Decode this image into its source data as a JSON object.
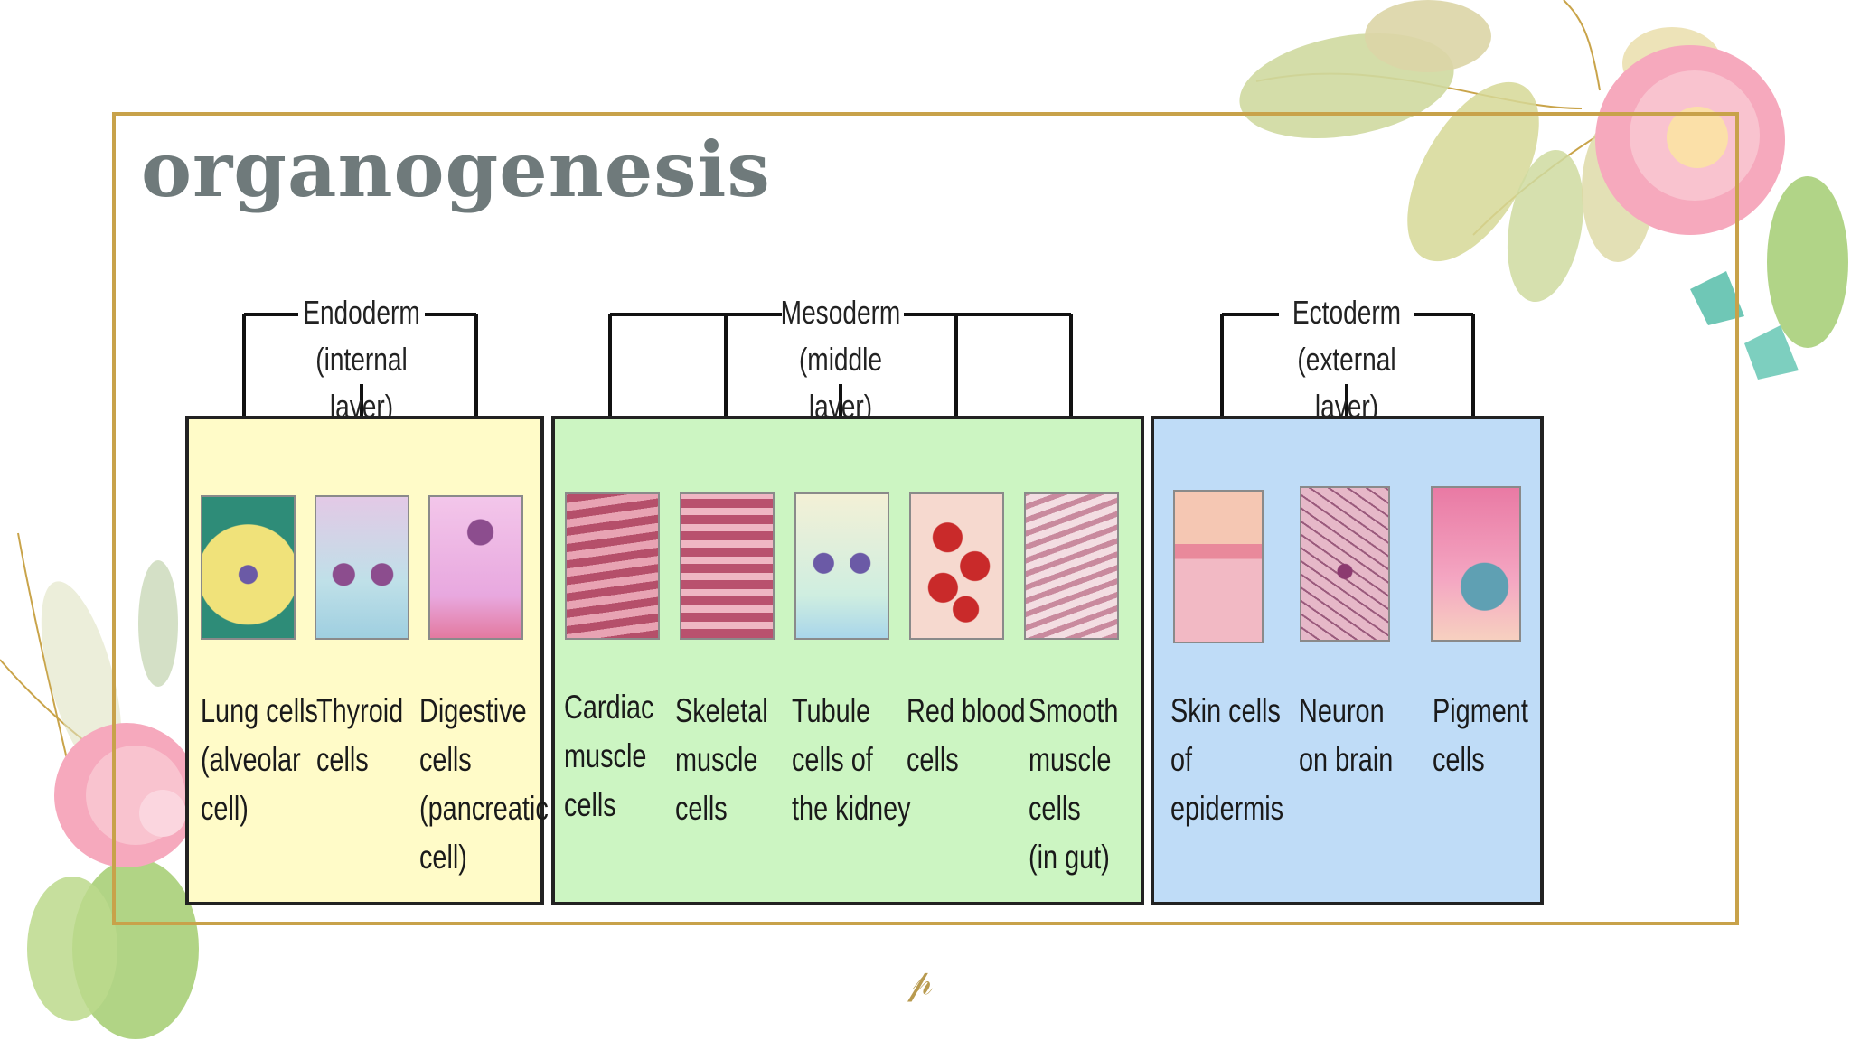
{
  "slide": {
    "title": "organogenesis",
    "page_mark": "𝓅"
  },
  "layers": [
    {
      "name": "Endoderm",
      "sub": "(internal layer)",
      "color": "#fffbc8",
      "cells": [
        {
          "label": "Lung cells\n(alveolar\ncell)",
          "icon": "lung-cell-icon"
        },
        {
          "label": "Thyroid\ncells",
          "icon": "thyroid-cell-icon"
        },
        {
          "label": "Digestive\ncells\n(pancreatic\ncell)",
          "icon": "digestive-cell-icon"
        }
      ]
    },
    {
      "name": "Mesoderm",
      "sub": "(middle layer)",
      "color": "#ccf5c2",
      "cells": [
        {
          "label": "Cardiac\nmuscle\ncells",
          "icon": "cardiac-muscle-icon"
        },
        {
          "label": "Skeletal\nmuscle\ncells",
          "icon": "skeletal-muscle-icon"
        },
        {
          "label": "Tubule\ncells of\nthe kidney",
          "icon": "kidney-tubule-icon"
        },
        {
          "label": "Red blood\ncells",
          "icon": "red-blood-cell-icon"
        },
        {
          "label": "Smooth\nmuscle\ncells\n(in gut)",
          "icon": "smooth-muscle-icon"
        }
      ]
    },
    {
      "name": "Ectoderm",
      "sub": "(external layer)",
      "color": "#bfdcf7",
      "cells": [
        {
          "label": "Skin cells\nof\nepidermis",
          "icon": "skin-cell-icon"
        },
        {
          "label": "Neuron\non brain",
          "icon": "neuron-icon"
        },
        {
          "label": "Pigment\ncells",
          "icon": "pigment-cell-icon"
        }
      ]
    }
  ],
  "colors": {
    "frame": "#c8a24a",
    "title": "#6f7a7b"
  }
}
